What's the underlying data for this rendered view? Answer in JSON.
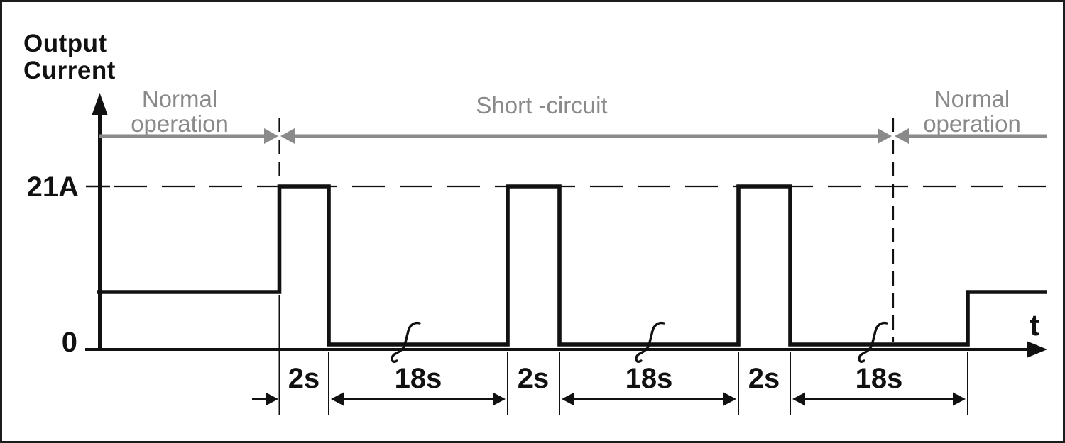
{
  "y_axis": {
    "title_line1": "Output",
    "title_line2": "Current",
    "max_label": "21A",
    "zero_label": "0"
  },
  "x_axis": {
    "label": "t"
  },
  "phases": {
    "normal_left": {
      "line1": "Normal",
      "line2": "operation"
    },
    "short_circuit": {
      "line1": "Short -circuit"
    },
    "normal_right": {
      "line1": "Normal",
      "line2": "operation"
    }
  },
  "durations": [
    "2s",
    "18s",
    "2s",
    "18s",
    "2s",
    "18s"
  ],
  "colors": {
    "ink": "#111111",
    "gray": "#8a8a8a",
    "background": "#ffffff"
  },
  "waveform": {
    "type": "timing",
    "levels_shown": [
      "normal (unlabeled)",
      "21A",
      "0"
    ],
    "segments": [
      {
        "phase": "Normal operation",
        "level": "normal"
      },
      {
        "phase": "Short -circuit",
        "pattern": [
          {
            "level": "21A",
            "duration": "2s"
          },
          {
            "level": "0",
            "duration": "18s"
          }
        ],
        "cycles_shown": 3,
        "time_breaks_shown": 3
      },
      {
        "phase": "Normal operation",
        "level": "normal"
      }
    ]
  }
}
